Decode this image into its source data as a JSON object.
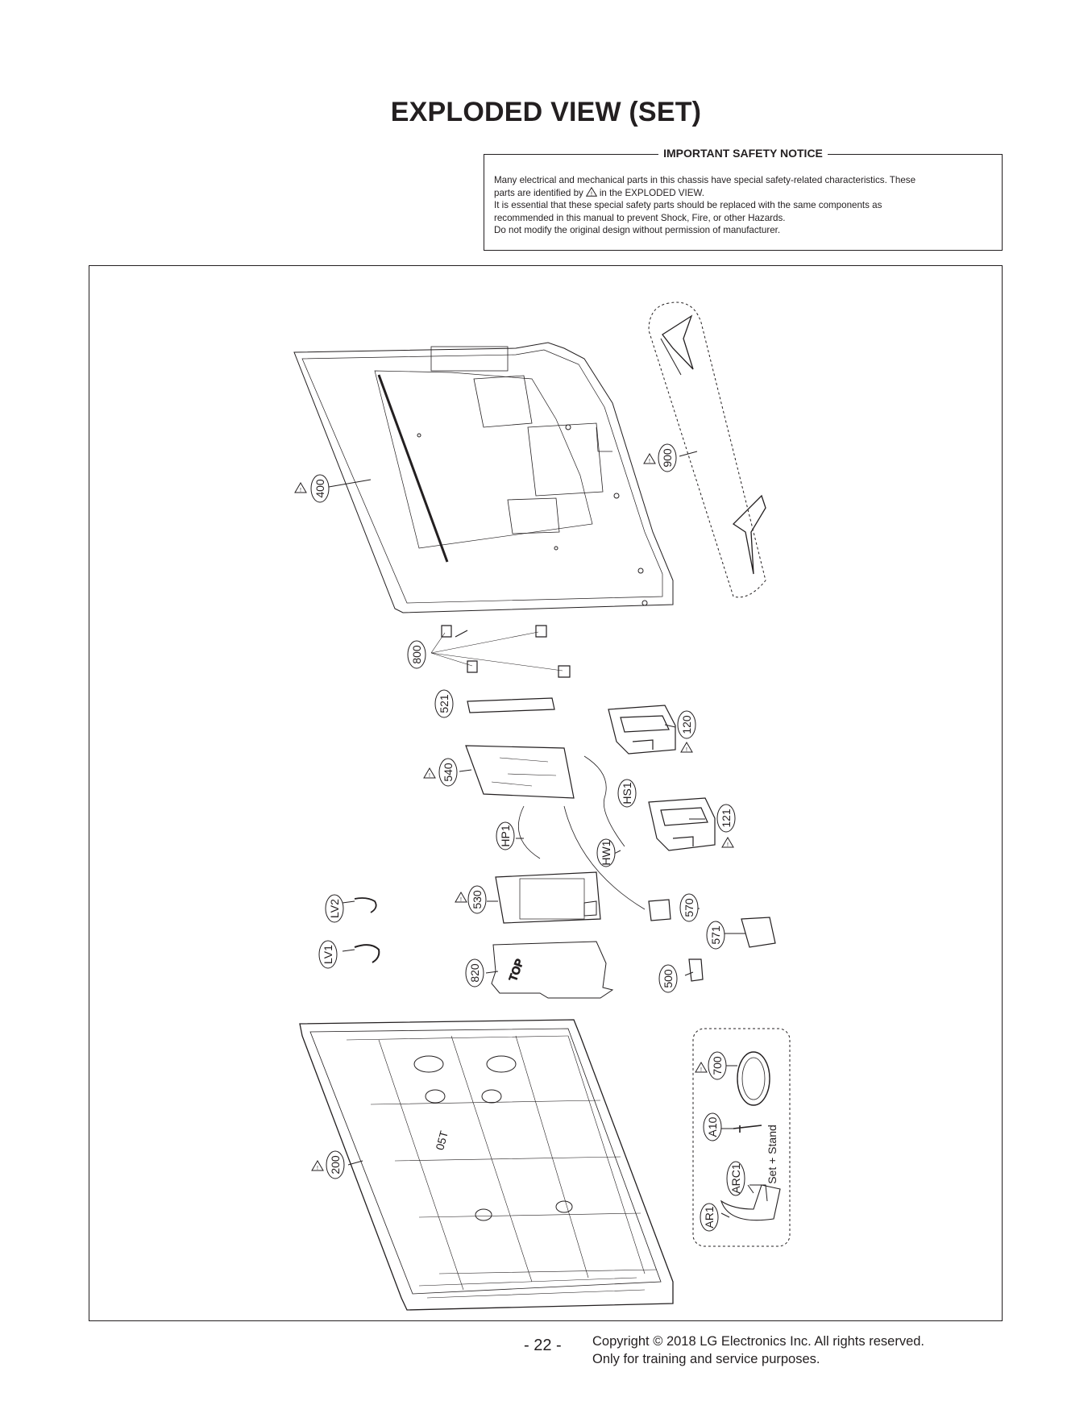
{
  "title": "EXPLODED VIEW (SET)",
  "notice": {
    "heading": "IMPORTANT SAFETY NOTICE",
    "line1": "Many electrical and mechanical parts in this chassis have special safety-related characteristics. These",
    "line2a": "parts are identified by",
    "line2b": "in the EXPLODED VIEW.",
    "line3": "It is essential that these special safety parts should be replaced with the same components as",
    "line4": "recommended in this manual to prevent Shock, Fire, or other Hazards.",
    "line5": "Do not modify the original design without permission of manufacturer."
  },
  "parts": {
    "p400": "400",
    "p900": "900",
    "p800": "800",
    "p521": "521",
    "p120": "120",
    "p540": "540",
    "pHS1": "HS1",
    "p121": "121",
    "pHP1": "HP1",
    "pHW1": "HW1",
    "p530": "530",
    "p570": "570",
    "p571": "571",
    "pLV2": "LV2",
    "pLV1": "LV1",
    "p820": "820",
    "p500": "500",
    "p700": "700",
    "pA10": "A10",
    "pARC1": "ARC1",
    "pAR1": "AR1",
    "p200": "200"
  },
  "labels": {
    "set_stand": "Set + Stand",
    "top_label": "TOP",
    "panel_label": "05T"
  },
  "footer": {
    "page": "- 22 -",
    "copyright": "Copyright © 2018 LG Electronics Inc. All rights reserved.",
    "purpose": "Only for training and service purposes."
  }
}
